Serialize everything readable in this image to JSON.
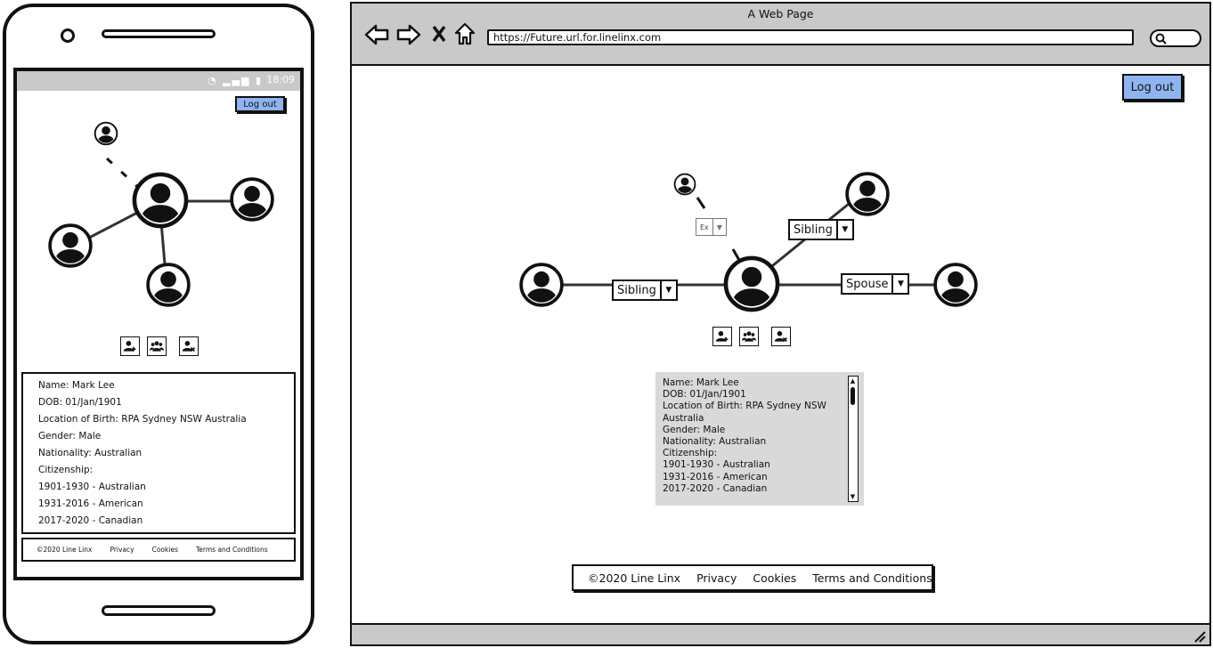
{
  "phone": {
    "status_time": "18:09",
    "logout_label": "Log out",
    "info_lines": [
      "Name: Mark Lee",
      "DOB: 01/Jan/1901",
      "Location of Birth: RPA Sydney NSW Australia",
      "Gender: Male",
      "Nationality: Australian",
      "Citizenship:",
      "1901-1930 - Australian",
      "1931-2016 - American",
      "2017-2020 - Canadian"
    ],
    "footer": {
      "copyright": "©2020 Line Linx",
      "privacy": "Privacy",
      "cookies": "Cookies",
      "terms": "Terms and Conditions"
    }
  },
  "browser": {
    "window_title": "A Web Page",
    "url": "https://Future.url.for.linelinx.com",
    "logout_label": "Log out",
    "relations": {
      "ex": "Ex",
      "sibling_top": "Sibling",
      "sibling_left": "Sibling",
      "spouse": "Spouse"
    },
    "info_lines": [
      "Name: Mark Lee",
      "DOB: 01/Jan/1901",
      "Location of Birth: RPA Sydney NSW",
      "Australia",
      "Gender: Male",
      "Nationality: Australian",
      "Citizenship:",
      "1901-1930 - Australian",
      "1931-2016 - American",
      "2017-2020 - Canadian"
    ],
    "footer": {
      "copyright": "©2020 Line Linx",
      "privacy": "Privacy",
      "cookies": "Cookies",
      "terms": "Terms and Conditions"
    }
  },
  "icons": {
    "back": "back-arrow-icon",
    "forward": "forward-arrow-icon",
    "stop": "close-icon",
    "home": "home-icon",
    "search": "search-icon",
    "add_person": "add-person-icon",
    "group": "group-icon",
    "remove_person": "remove-person-icon",
    "person": "person-icon"
  },
  "colors": {
    "accent": "#8fb4f0",
    "chrome": "#c9c9c9",
    "info_bg": "#d9d9d9"
  }
}
